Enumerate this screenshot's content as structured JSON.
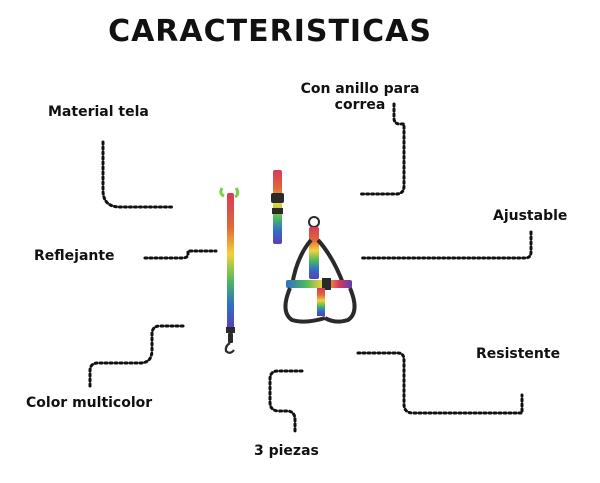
{
  "title": "CARACTERISTICAS",
  "features": {
    "material": "Material tela",
    "anillo_line1": "Con anillo para",
    "anillo_line2": "correa",
    "ajustable": "Ajustable",
    "reflejante": "Reflejante",
    "resistente": "Resistente",
    "color": "Color multicolor",
    "piezas": "3 piezas"
  },
  "colors": {
    "text": "#111111",
    "strap_top": "#d9395b",
    "strap_mid": "#f2d23a",
    "strap_green": "#4bb85f",
    "strap_blue": "#2f6fc9",
    "strap_purple": "#5a3fb3",
    "hardware": "#2a2a2a",
    "clip_green": "#7ccf4a"
  }
}
